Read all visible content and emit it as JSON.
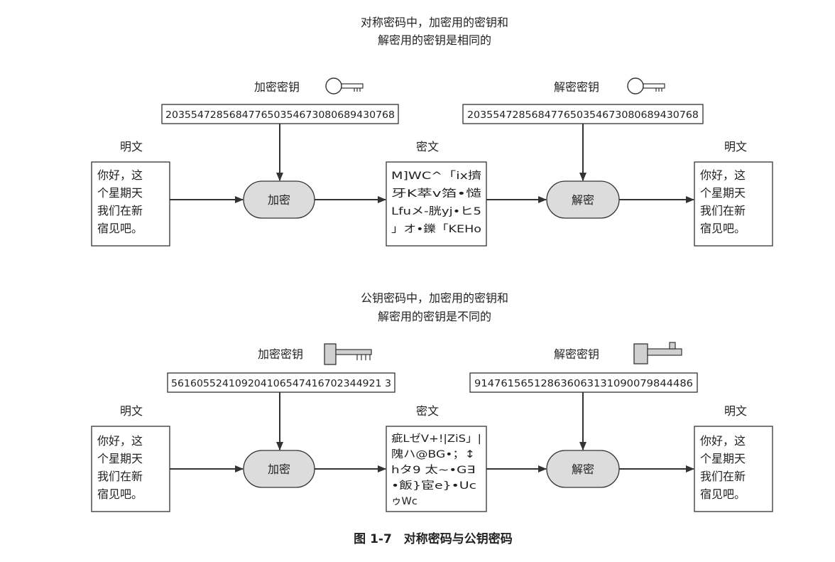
{
  "symmetric": {
    "heading_lines": [
      "对称密码中，加密用的密钥和",
      "解密用的密钥是相同的"
    ],
    "enc_key_label": "加密密钥",
    "dec_key_label": "解密密钥",
    "enc_key": "203554728568477650354673080689430768",
    "dec_key": "203554728568477650354673080689430768",
    "plaintext_label_left": "明文",
    "ciphertext_label": "密文",
    "plaintext_label_right": "明文",
    "plaintext_lines": [
      "你好，这",
      "个星期天",
      "我们在新",
      "宿见吧。"
    ],
    "ciphertext_lines": [
      "M]WC^「ix擠",
      "牙K萃v箔•慥",
      "Lfuメ-胱yj•ヒ5",
      "」オ•鑠「KEHo"
    ],
    "encrypt_label": "加密",
    "decrypt_label": "解密",
    "key_icon": "round-key-icon"
  },
  "public": {
    "heading_lines": [
      "公钥密码中，加密用的密钥和",
      "解密用的密钥是不同的"
    ],
    "enc_key_label": "加密密钥",
    "dec_key_label": "解密密钥",
    "enc_key": "561605524109204106547416702344921 3",
    "dec_key": "914761565128636063131090079844486",
    "plaintext_label_left": "明文",
    "ciphertext_label": "密文",
    "plaintext_label_right": "明文",
    "plaintext_lines": [
      "你好，这",
      "个星期天",
      "我们在新",
      "宿见吧。"
    ],
    "ciphertext_lines": [
      "疵LゼV+!|ZiS」|",
      "隗ハ@BG•；↕",
      "hタ9 太~•G∃",
      "•飯}宦e}•Uc",
      "ゥWc"
    ],
    "encrypt_label": "加密",
    "decrypt_label": "解密",
    "enc_key_icon": "square-key-icon",
    "dec_key_icon": "single-tooth-key-icon"
  },
  "figure_caption": "图 1-7　对称密码与公钥密码"
}
